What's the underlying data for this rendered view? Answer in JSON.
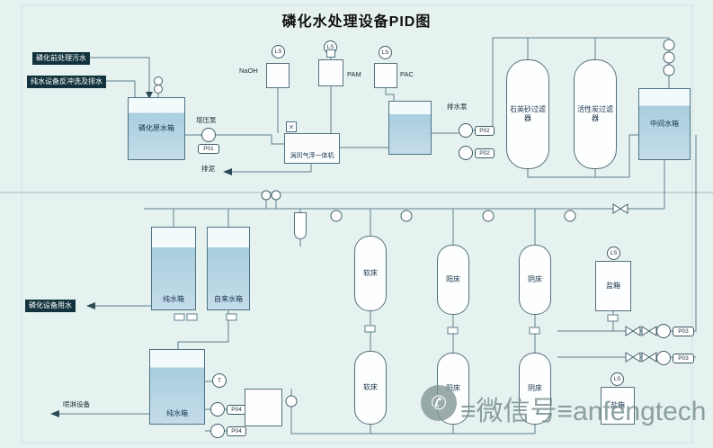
{
  "title": "磷化水处理设备PID图",
  "inlets": {
    "a": "磷化前处理污水",
    "b": "纯水设备反冲洗及排水"
  },
  "outlets": {
    "a": "磷化设备用水",
    "b": "喷淋设备"
  },
  "chemicals": {
    "naoh": "NaOH",
    "pam": "PAM",
    "pac": "PAC"
  },
  "equipment": {
    "raw_tank": "磷化原水箱",
    "booster_pump": "增压泵",
    "sludge_drain": "排泥",
    "flotation": "涡凹气浮一体机",
    "drain_pump": "排水泵",
    "sand_filter": "石英砂过滤器",
    "carbon_filter": "活性炭过滤器",
    "mid_tank": "中间水箱",
    "pure_tank_upper": "纯水箱",
    "tap_tank": "自来水箱",
    "pure_tank_lower": "纯水箱",
    "salt_tank_upper": "盐箱",
    "salt_tank_lower": "盐箱"
  },
  "beds": [
    {
      "label": "软床"
    },
    {
      "label": "阳床"
    },
    {
      "label": "阴床"
    },
    {
      "label": "软床"
    },
    {
      "label": "阳床"
    },
    {
      "label": "阴床"
    }
  ],
  "instruments": {
    "ls": "LS",
    "t": "T",
    "p01": "P01",
    "p02": "P02",
    "p03": "P03",
    "p04": "P04"
  },
  "watermark": {
    "text": "≡微信号≡anfengtech"
  }
}
